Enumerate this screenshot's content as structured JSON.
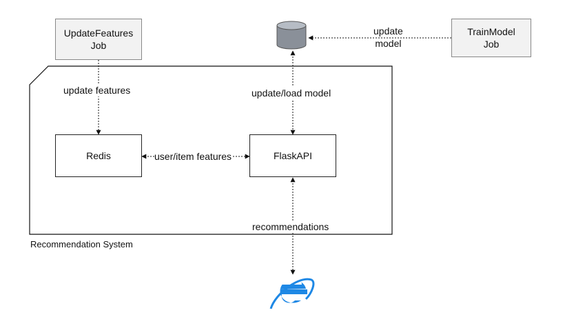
{
  "nodes": {
    "update_features_job": "UpdateFeatures\nJob",
    "train_model_job": "TrainModel\nJob",
    "redis": "Redis",
    "flask_api": "FlaskAPI"
  },
  "edges": {
    "update_model": "update\nmodel",
    "update_features": "update features",
    "update_load_model": "update/load model",
    "user_item_features": "user/item features",
    "recommendations": "recommendations"
  },
  "container_label": "Recommendation System",
  "icons": {
    "database": "database-icon",
    "browser": "internet-explorer-icon"
  },
  "colors": {
    "job_fill": "#f2f2f2",
    "db_fill": "#8a9099",
    "ie_blue": "#1e88e5"
  }
}
